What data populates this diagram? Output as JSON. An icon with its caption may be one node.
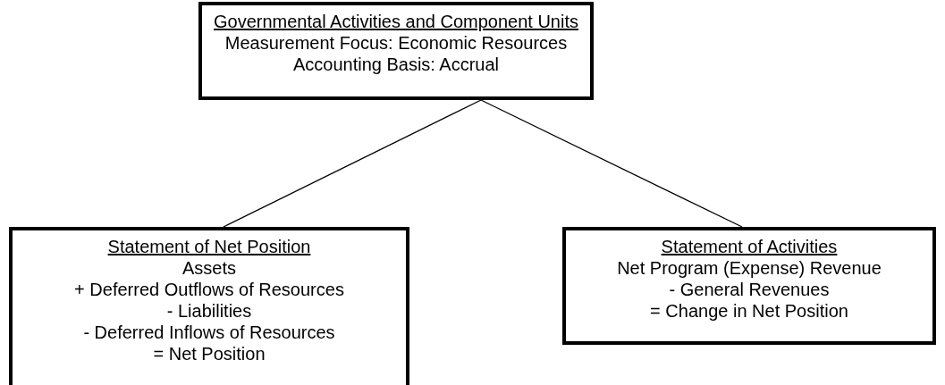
{
  "diagram": {
    "nodes": [
      {
        "text": [
          "Governmental Activities and Component Units",
          "Measurement Focus: Economic Resources",
          "Accounting Basis: Accrual"
        ]
      },
      {
        "text": [
          "Statement of Net Position",
          "Assets",
          "+ Deferred Outflows of Resources",
          "- Liabilities",
          "- Deferred Inflows of Resources",
          "= Net Position"
        ]
      },
      {
        "text": [
          "Statement of Activities",
          "Net Program (Expense) Revenue",
          "- General Revenues",
          "= Change in Net Position"
        ]
      }
    ],
    "edges": [
      {
        "from": 0,
        "to": 1,
        "arrow": "none"
      },
      {
        "from": 0,
        "to": 2,
        "arrow": "none"
      }
    ]
  }
}
